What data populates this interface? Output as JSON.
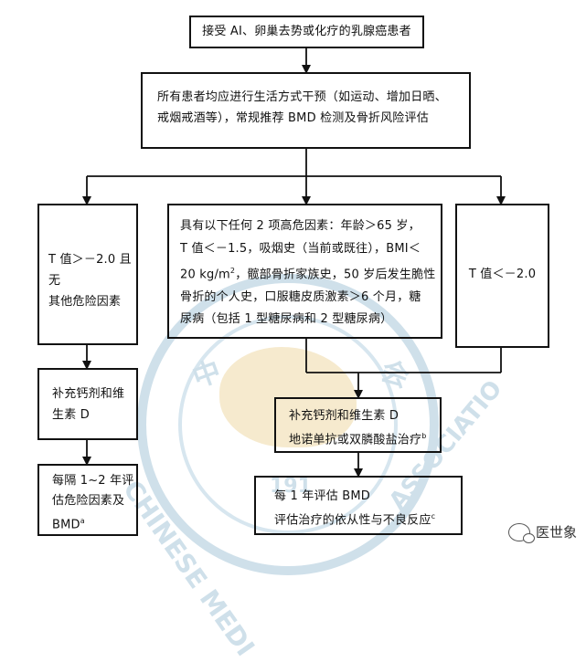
{
  "boxes": {
    "top": "接受 AI、卵巢去势或化疗的乳腺癌患者",
    "lifestyle_line1": "所有患者均应进行生活方式干预（如运动、增加日晒、",
    "lifestyle_line2": "戒烟戒酒等），常规推荐 BMD 检测及骨折风险评估",
    "left_line1": "T 值＞－2.0 且无",
    "left_line2": "其他危险因素",
    "mid_line1": "具有以下任何 2 项高危因素：年龄＞65 岁，",
    "mid_line2": "T 值＜－1.5，吸烟史（当前或既往），BMI＜",
    "mid_line3_pre": "20 kg/m",
    "mid_line3_sup": "2",
    "mid_line3_post": "，髋部骨折家族史，50 岁后发生脆性",
    "mid_line4": "骨折的个人史，口服糖皮质激素＞6 个月，糖",
    "mid_line5": "尿病（包括 1 型糖尿病和 2 型糖尿病）",
    "right": "T 值＜－2.0",
    "left_supp_line1": "补充钙剂和维",
    "left_supp_line2": "生素 D",
    "left_eval_line1": "每隔 1~2 年评",
    "left_eval_line2": "估危险因素及",
    "left_eval_line3": "BMD",
    "left_eval_sup": "a",
    "right_supp_line1": "补充钙剂和维生素 D",
    "right_supp_line2": "地诺单抗或双膦酸盐治疗",
    "right_supp_sup": "b",
    "right_eval_line1": "每 1 年评估 BMD",
    "right_eval_line2": "评估治疗的依从性与不良反应",
    "right_eval_sup": "c"
  },
  "watermark": {
    "text_left": "CHINESE MEDI",
    "text_right": "ASSOCIATIO",
    "text_top_left": "中",
    "text_top_right": "会",
    "year": "191"
  },
  "logo": {
    "label": "医世象",
    "icon": "wechat-icon"
  }
}
